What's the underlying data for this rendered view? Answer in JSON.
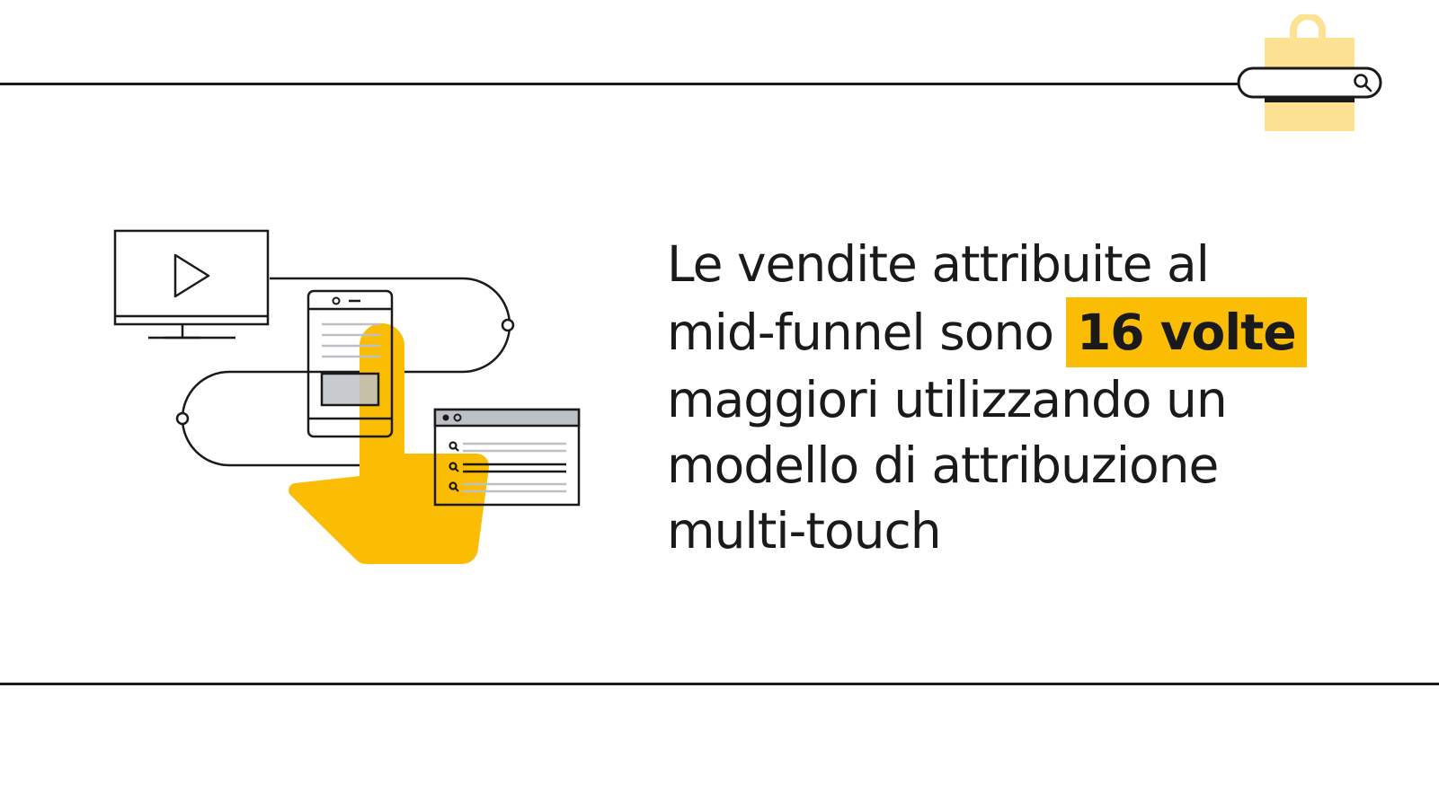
{
  "headline": {
    "line1": "Le vendite attribuite al",
    "line2_start": "mid-funnel sono",
    "highlight": "16 volte",
    "line3": "maggiori utilizzando un",
    "line4": "modello di attribuzione",
    "line5": "multi-touch"
  },
  "colors": {
    "accent": "#fbbc04",
    "accent_light": "#fde293",
    "ink": "#1a1a1a",
    "gray": "#bdc1c6"
  },
  "icons": {
    "brand": "shopping-bag-search-icon",
    "tv": "tv-play-icon",
    "phone": "smartphone-icon",
    "browser": "search-results-window-icon",
    "hand": "pointing-hand-icon"
  }
}
